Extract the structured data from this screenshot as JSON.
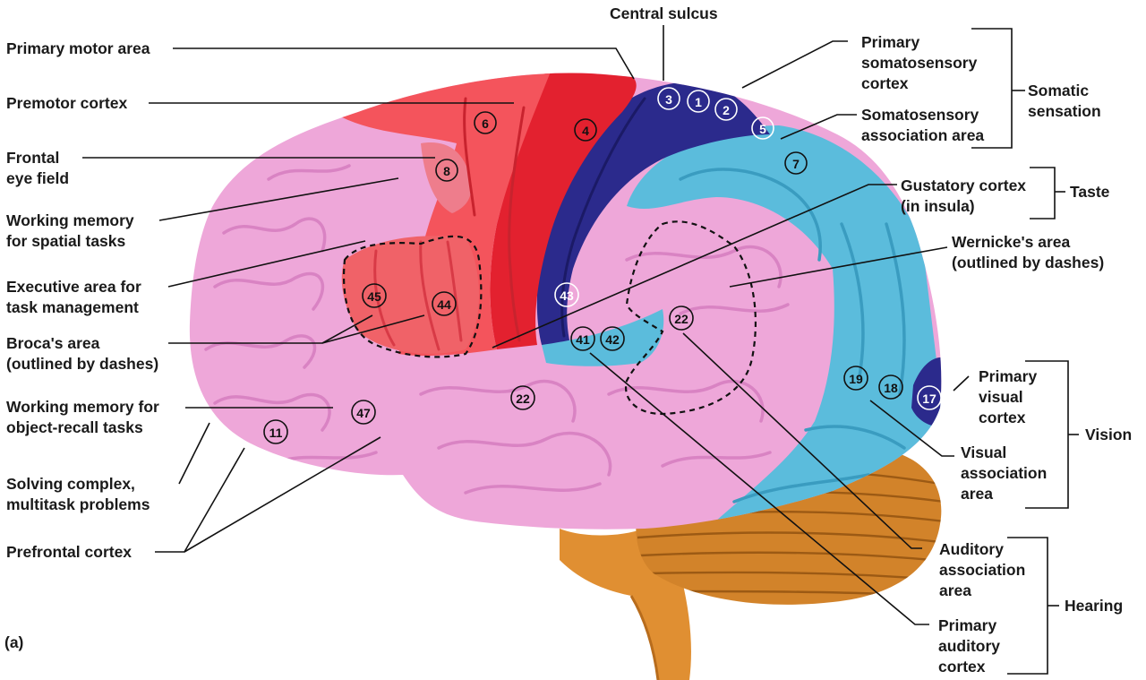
{
  "diagram": {
    "panel_letter": "(a)",
    "labels": {
      "central_sulcus": "Central sulcus",
      "primary_motor_area": "Primary motor area",
      "premotor_cortex": "Premotor cortex",
      "frontal_eye_field_1": "Frontal",
      "frontal_eye_field_2": "eye field",
      "working_memory_spatial_1": "Working memory",
      "working_memory_spatial_2": "for spatial tasks",
      "executive_area_1": "Executive area for",
      "executive_area_2": "task management",
      "brocas_area_1": "Broca's area",
      "brocas_area_2": "(outlined by dashes)",
      "working_memory_object_1": "Working memory for",
      "working_memory_object_2": "object-recall tasks",
      "solving_complex_1": "Solving complex,",
      "solving_complex_2": "multitask problems",
      "prefrontal_cortex": "Prefrontal cortex",
      "primary_somatosensory_1": "Primary",
      "primary_somatosensory_2": "somatosensory",
      "primary_somatosensory_3": "cortex",
      "somatosensory_assoc_1": "Somatosensory",
      "somatosensory_assoc_2": "association area",
      "somatic_sensation_1": "Somatic",
      "somatic_sensation_2": "sensation",
      "gustatory_cortex_1": "Gustatory cortex",
      "gustatory_cortex_2": "(in insula)",
      "taste": "Taste",
      "wernickes_area_1": "Wernicke's area",
      "wernickes_area_2": "(outlined by dashes)",
      "primary_visual_1": "Primary",
      "primary_visual_2": "visual",
      "primary_visual_3": "cortex",
      "visual_assoc_1": "Visual",
      "visual_assoc_2": "association",
      "visual_assoc_3": "area",
      "vision": "Vision",
      "auditory_assoc_1": "Auditory",
      "auditory_assoc_2": "association",
      "auditory_assoc_3": "area",
      "primary_auditory_1": "Primary",
      "primary_auditory_2": "auditory",
      "primary_auditory_3": "cortex",
      "hearing": "Hearing"
    },
    "brodmann_numbers": {
      "a3": "3",
      "a1": "1",
      "a2": "2",
      "a5": "5",
      "a7": "7",
      "a6": "6",
      "a4": "4",
      "a8": "8",
      "a45": "45",
      "a44": "44",
      "a43": "43",
      "a41": "41",
      "a42": "42",
      "a22_upper": "22",
      "a22_lower": "22",
      "a47": "47",
      "a11": "11",
      "a19": "19",
      "a18": "18",
      "a17": "17"
    },
    "colors": {
      "motor_red": "#e3212f",
      "premotor_red": "#f4545c",
      "somatosensory_blue": "#2b2a8c",
      "association_cyan": "#5bbcdc",
      "cortex_pink": "#eea7d9",
      "cerebellum_orange": "#d2832a"
    }
  }
}
